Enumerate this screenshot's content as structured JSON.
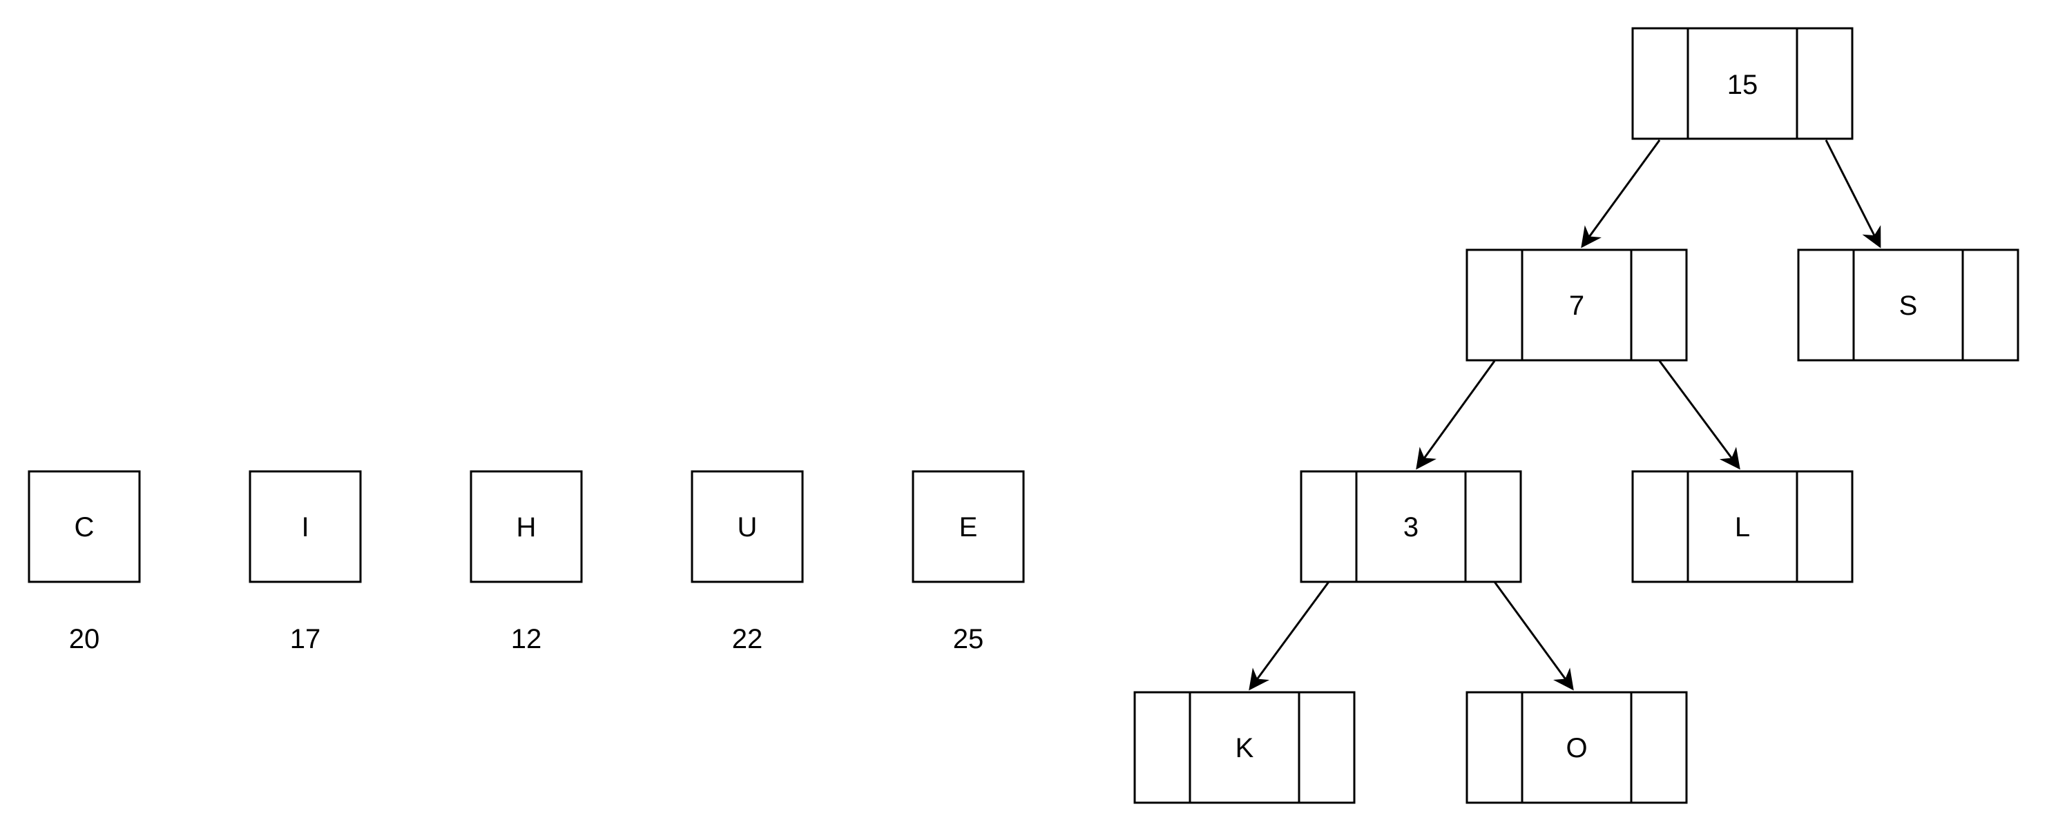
{
  "queue": [
    {
      "letter": "C",
      "value": "20"
    },
    {
      "letter": "I",
      "value": "17"
    },
    {
      "letter": "H",
      "value": "12"
    },
    {
      "letter": "U",
      "value": "22"
    },
    {
      "letter": "E",
      "value": "25"
    }
  ],
  "tree": {
    "nodes": [
      {
        "id": "n15",
        "label": "15"
      },
      {
        "id": "n7",
        "label": "7"
      },
      {
        "id": "nS",
        "label": "S"
      },
      {
        "id": "n3",
        "label": "3"
      },
      {
        "id": "nL",
        "label": "L"
      },
      {
        "id": "nK",
        "label": "K"
      },
      {
        "id": "nO",
        "label": "O"
      }
    ],
    "edges": [
      {
        "from": "n15",
        "to": "n7"
      },
      {
        "from": "n15",
        "to": "nS"
      },
      {
        "from": "n7",
        "to": "n3"
      },
      {
        "from": "n7",
        "to": "nL"
      },
      {
        "from": "n3",
        "to": "nK"
      },
      {
        "from": "n3",
        "to": "nO"
      }
    ]
  }
}
